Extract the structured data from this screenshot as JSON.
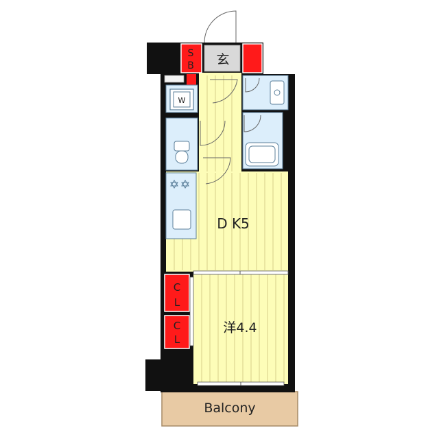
{
  "colors": {
    "wall": "#111111",
    "floor_yellow": "#fdfdb8",
    "floor_stripe": "#d6d08a",
    "wet_area": "#dceefb",
    "wet_outline": "#5b7f9a",
    "storage_red": "#ff1a1a",
    "entry_gray": "#d9d9d9",
    "balcony": "#e8caa4",
    "balcony_edge": "#a58a66"
  },
  "rooms": {
    "shoe_box": {
      "label_top": "S",
      "label_bottom": "B"
    },
    "entrance": {
      "label": "玄"
    },
    "washer": {
      "label": "W"
    },
    "dining_kitchen": {
      "label": "D K5"
    },
    "western_room": {
      "label": "洋4.4"
    },
    "closet_1": {
      "label_top": "C",
      "label_bottom": "L"
    },
    "closet_2": {
      "label_top": "C",
      "label_bottom": "L"
    },
    "balcony": {
      "label": "Balcony"
    }
  },
  "icons": {
    "stove": "burner-icon",
    "toilet": "toilet-icon",
    "bathtub": "bathtub-icon",
    "washbasin": "washbasin-icon",
    "sink": "sink-icon"
  }
}
